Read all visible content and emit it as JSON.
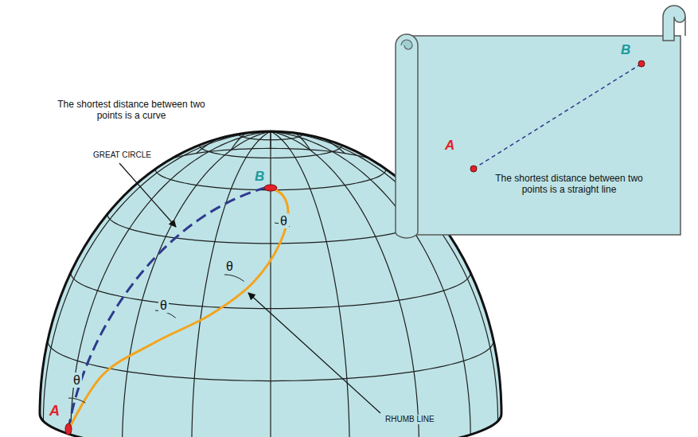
{
  "diagram": {
    "nodes": [
      {
        "text": [
          "B",
          "A",
          "The shortest distance between two points is a straight line"
        ]
      }
    ],
    "labels": [
      "The shortest distance between two points is a curve",
      "GREAT CIRCLE",
      "B",
      "θ",
      "θ",
      "θ",
      "θ",
      "A",
      "RHUMB LINE"
    ]
  }
}
